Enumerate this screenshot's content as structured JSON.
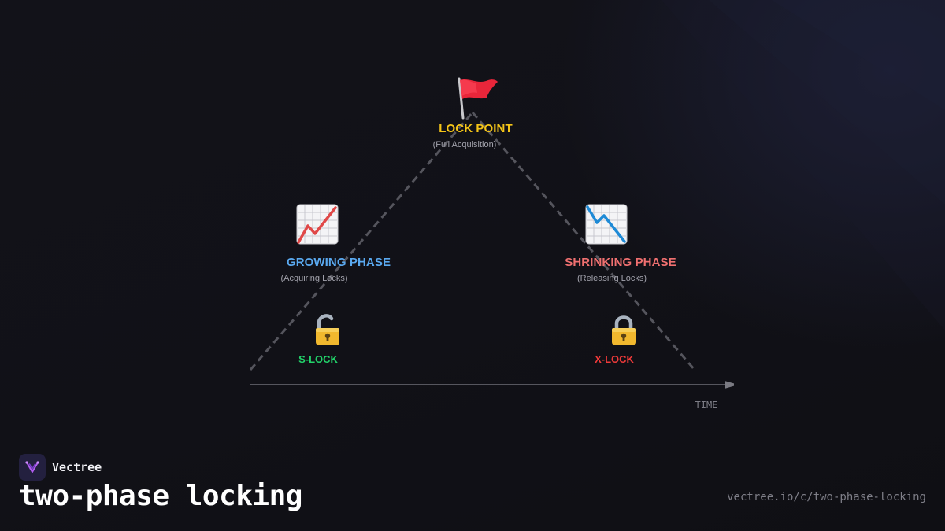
{
  "diagram": {
    "peak": {
      "title": "LOCK POINT",
      "subtitle": "(Full Acquisition)",
      "icon": "red-flag-icon",
      "color": "#f5c518"
    },
    "growing": {
      "title": "GROWING PHASE",
      "subtitle": "(Acquiring Locks)",
      "icon": "chart-increasing-icon",
      "color": "#5aa9f0"
    },
    "shrinking": {
      "title": "SHRINKING PHASE",
      "subtitle": "(Releasing Locks)",
      "icon": "chart-decreasing-icon",
      "color": "#f07070"
    },
    "s_lock": {
      "label": "S-LOCK",
      "icon": "open-padlock-icon",
      "color": "#22d36a"
    },
    "x_lock": {
      "label": "X-LOCK",
      "icon": "closed-padlock-icon",
      "color": "#f03a3a"
    },
    "axis": {
      "label": "TIME"
    }
  },
  "brand": {
    "name": "Vectree",
    "logo_icon": "vectree-logo-icon",
    "accent": "#b15cf0"
  },
  "page": {
    "title": "two-phase locking",
    "url": "vectree.io/c/two-phase-locking"
  }
}
